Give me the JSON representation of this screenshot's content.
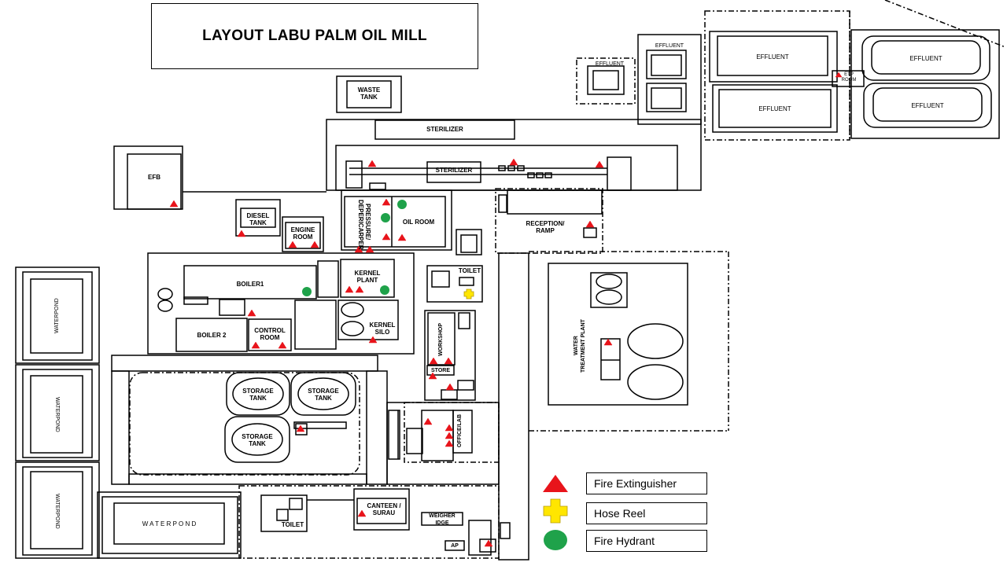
{
  "title": "LAYOUT LABU PALM OIL MILL",
  "areas": {
    "waste_tank": "WASTE\nTANK",
    "sterilizer_top": "STERILIZER",
    "sterilizer_main": "STERILIZER",
    "efb": "EFB",
    "diesel_tank": "DIESEL\nTANK",
    "engine_room": "ENGINE\nROOM",
    "pressure_depericarper": "PRESSURE/\nDEPERICARPER",
    "oil_room": "OIL ROOM",
    "reception_ramp": "RECEPTION/\nRAMP",
    "toilet_mid": "TOILET",
    "boiler1": "BOILER1",
    "kernel_plant": "KERNEL\nPLANT",
    "kernel_silo": "KERNEL\nSILO",
    "boiler2": "BOILER 2",
    "control_room": "CONTROL\nROOM",
    "workshop": "WORKSHOP",
    "store": "STORE",
    "water_treatment_plant": "WATER\nTREATMENT PLANT",
    "storage_tank_1": "STORAGE\nTANK",
    "storage_tank_2": "STORAGE\nTANK",
    "storage_tank_3": "STORAGE\nTANK",
    "office_lab": "OFFICE/LAB",
    "waterpond_1": "WATERPOND",
    "waterpond_2": "WATERPOND",
    "waterpond_3": "WATERPOND",
    "waterpond_bottom": "W A T E R P O N D",
    "toilet_bottom": "TOILET",
    "canteen_surau": "CANTEEN /\nSURAU",
    "weighbridge": "WEIGHER\nIDGE",
    "ap": "AP",
    "effluent_small_1": "EFFLUENT",
    "effluent_small_2": "EFFLUENT",
    "effluent_a": "EFFLUENT",
    "effluent_b": "EFFLUENT",
    "effluent_c": "EFFLUENT",
    "effluent_d": "EFFLUENT",
    "etp_room": "ETP\nROOM"
  },
  "legend": {
    "fire_extinguisher": "Fire Extinguisher",
    "hose_reel": "Hose Reel",
    "fire_hydrant": "Fire Hydrant"
  },
  "colors": {
    "fire_extinguisher": "#e8141b",
    "hose_reel": "#ffe600",
    "fire_hydrant": "#1fa24a",
    "line": "#000000"
  }
}
